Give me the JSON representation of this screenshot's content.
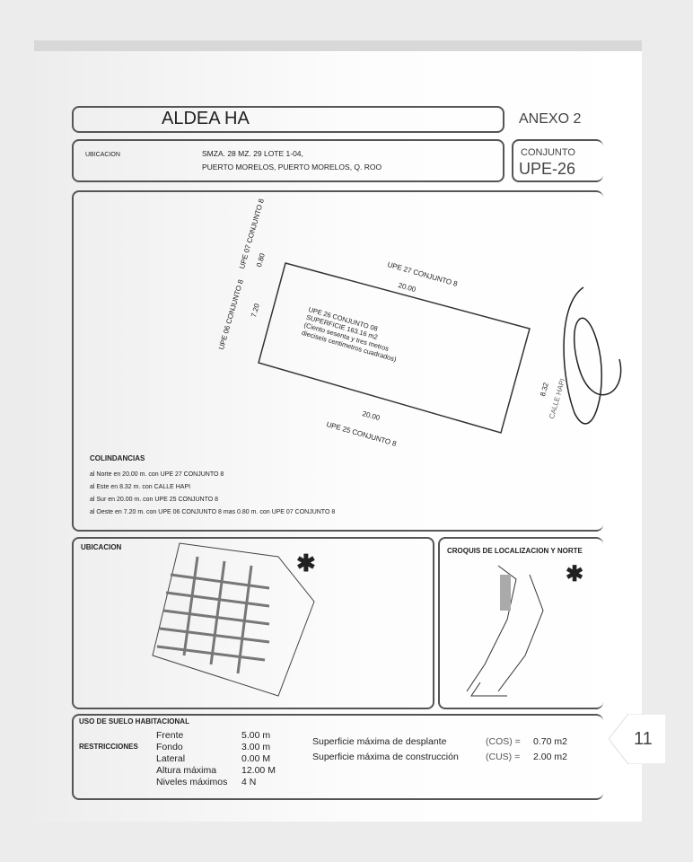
{
  "header": {
    "title": "ALDEA HA",
    "annex": "ANEXO 2"
  },
  "location": {
    "label": "UBICACION",
    "line1": "SMZA. 28 MZ. 29 LOTE 1-04,",
    "line2": "PUERTO MORELOS, PUERTO MORELOS, Q. ROO",
    "conjunto_label": "CONJUNTO",
    "conjunto_value": "UPE-26"
  },
  "plan": {
    "north_label": "UPE 27 CONJUNTO 8",
    "north_dim": "20.00",
    "south_label": "UPE 25 CONJUNTO 8",
    "south_dim": "20.00",
    "west_label1": "UPE 06 CONJUNTO 8",
    "west_dim1": "7.20",
    "west_label2": "UPE 07 CONJUNTO 8",
    "west_dim2": "0.80",
    "east_label": "CALLE HAPI",
    "east_dim": "8.32",
    "lot_lines": [
      "UPE 26 CONJUNTO 08",
      "SUPERFICIE 163.16 m2",
      "(Ciento sesenta y tres metros",
      "dieciseis centimetros cuadrados)"
    ]
  },
  "colindancias": {
    "title": "COLINDANCIAS",
    "items": [
      "al Norte en 20.00 m. con UPE 27 CONJUNTO 8",
      "al Este en 8.32 m. con CALLE HAPI",
      "al Sur en 20.00 m. con UPE 25 CONJUNTO 8",
      "al Oeste en 7.20 m. con UPE 06 CONJUNTO 8 mas 0.80 m. con UPE 07 CONJUNTO 8"
    ]
  },
  "maps": {
    "ubicacion_title": "UBICACION",
    "croquis_title": "CROQUIS DE LOCALIZACION Y NORTE"
  },
  "uso": {
    "title": "USO DE SUELO  HABITACIONAL",
    "restricciones_label": "RESTRICCIONES",
    "rows": [
      {
        "k": "Frente",
        "v": "5.00 m"
      },
      {
        "k": "Fondo",
        "v": "3.00 m"
      },
      {
        "k": "Lateral",
        "v": "0.00 M"
      },
      {
        "k": "Altura máxima",
        "v": "12.00 M"
      },
      {
        "k": "Niveles máximos",
        "v": "4 N"
      }
    ],
    "cos_label": "Superficie máxima de desplante",
    "cos_code": "(COS) =",
    "cos_value": "0.70 m2",
    "cus_label": "Superficie máxima de construcción",
    "cus_code": "(CUS) =",
    "cus_value": "2.00 m2"
  },
  "page_badge": "11"
}
